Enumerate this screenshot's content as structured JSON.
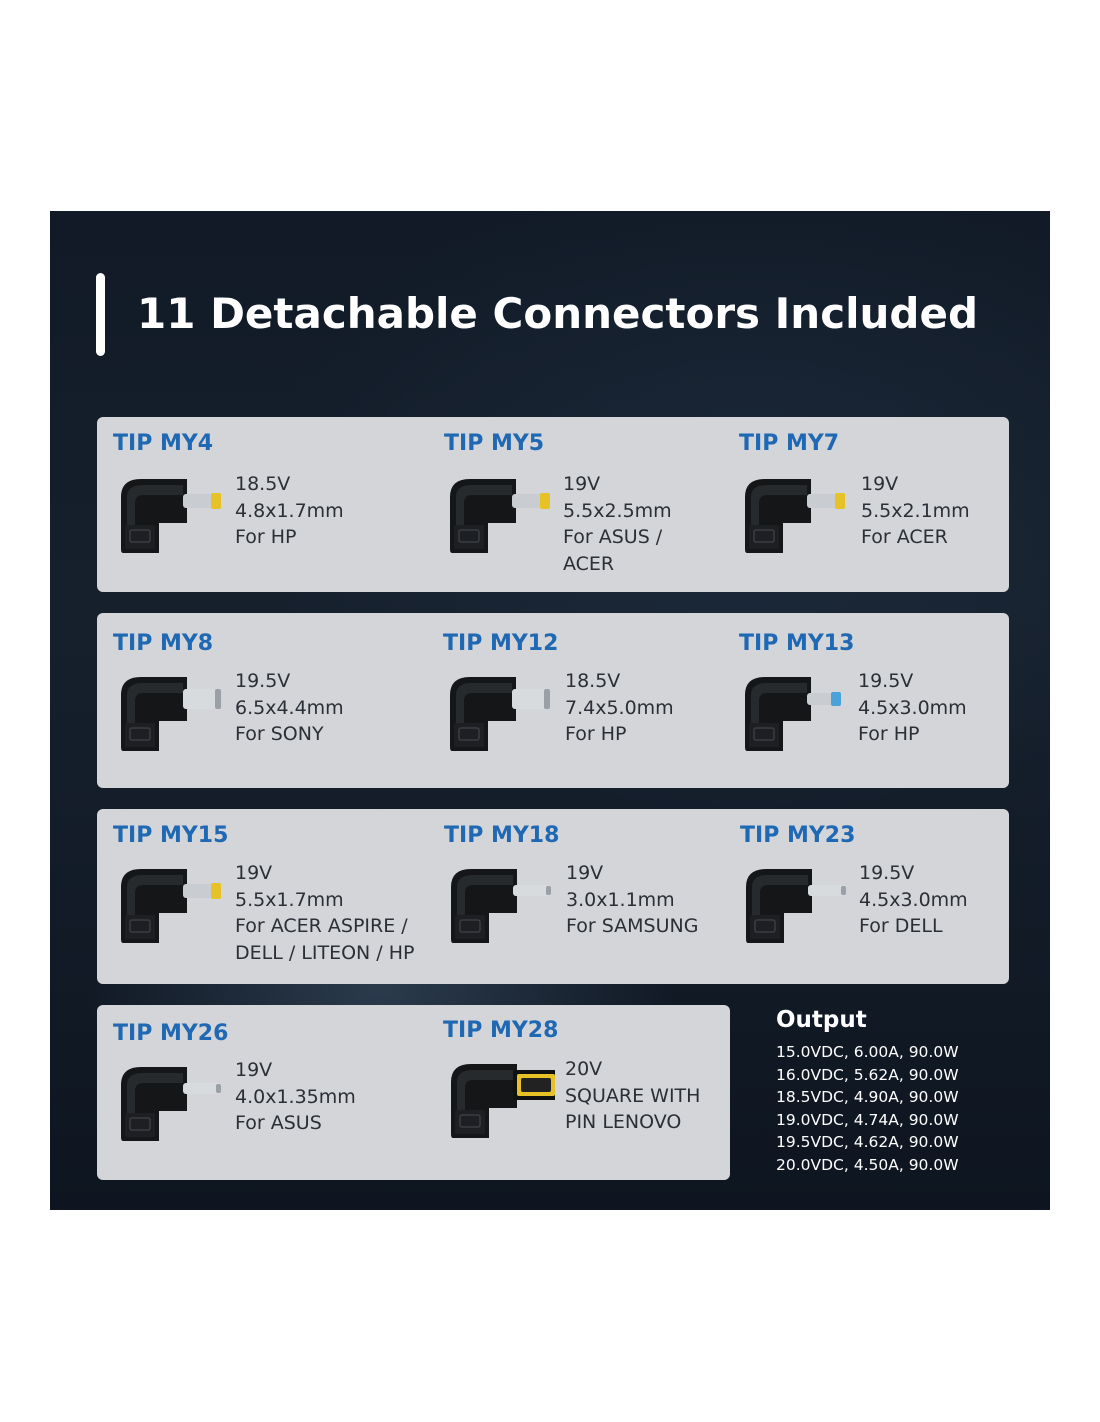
{
  "title": "11 Detachable Connectors Included",
  "tips": [
    {
      "name": "TIP MY4",
      "voltage": "18.5V",
      "size": "4.8x1.7mm",
      "lines": [
        "For HP"
      ],
      "tip_style": "yellow"
    },
    {
      "name": "TIP MY5",
      "voltage": "19V",
      "size": "5.5x2.5mm",
      "lines": [
        "For ASUS /",
        "ACER"
      ],
      "tip_style": "yellow"
    },
    {
      "name": "TIP MY7",
      "voltage": "19V",
      "size": "5.5x2.1mm",
      "lines": [
        "For ACER"
      ],
      "tip_style": "yellow"
    },
    {
      "name": "TIP MY8",
      "voltage": "19.5V",
      "size": "6.5x4.4mm",
      "lines": [
        "For SONY"
      ],
      "tip_style": "plain"
    },
    {
      "name": "TIP MY12",
      "voltage": "18.5V",
      "size": "7.4x5.0mm",
      "lines": [
        "For HP"
      ],
      "tip_style": "plain"
    },
    {
      "name": "TIP MY13",
      "voltage": "19.5V",
      "size": "4.5x3.0mm",
      "lines": [
        "For HP"
      ],
      "tip_style": "blue"
    },
    {
      "name": "TIP MY15",
      "voltage": "19V",
      "size": "5.5x1.7mm",
      "lines": [
        "For ACER ASPIRE /",
        "DELL / LITEON / HP"
      ],
      "tip_style": "yellow"
    },
    {
      "name": "TIP MY18",
      "voltage": "19V",
      "size": "3.0x1.1mm",
      "lines": [
        "For SAMSUNG"
      ],
      "tip_style": "thin"
    },
    {
      "name": "TIP MY23",
      "voltage": "19.5V",
      "size": "4.5x3.0mm",
      "lines": [
        "For DELL"
      ],
      "tip_style": "thin"
    },
    {
      "name": "TIP MY26",
      "voltage": "19V",
      "size": "4.0x1.35mm",
      "lines": [
        "For ASUS"
      ],
      "tip_style": "thin"
    },
    {
      "name": "TIP MY28",
      "voltage": "20V",
      "size": "SQUARE WITH",
      "lines": [
        "PIN LENOVO"
      ],
      "tip_style": "square"
    }
  ],
  "output": {
    "title": "Output",
    "lines": [
      "15.0VDC, 6.00A, 90.0W",
      "16.0VDC, 5.62A, 90.0W",
      "18.5VDC, 4.90A, 90.0W",
      "19.0VDC, 4.74A, 90.0W",
      "19.5VDC, 4.62A, 90.0W",
      "20.0VDC, 4.50A, 90.0W"
    ]
  },
  "colors": {
    "panel_bg": "#131c28",
    "card_bg": "#d3d5d8",
    "tip_title": "#1f68b3",
    "spec_text": "#2b2f36",
    "heading_text": "#ffffff",
    "pin_yellow": "#e7c227",
    "pin_blue": "#4aa3d8",
    "pin_silver": "#c9cdd2"
  }
}
